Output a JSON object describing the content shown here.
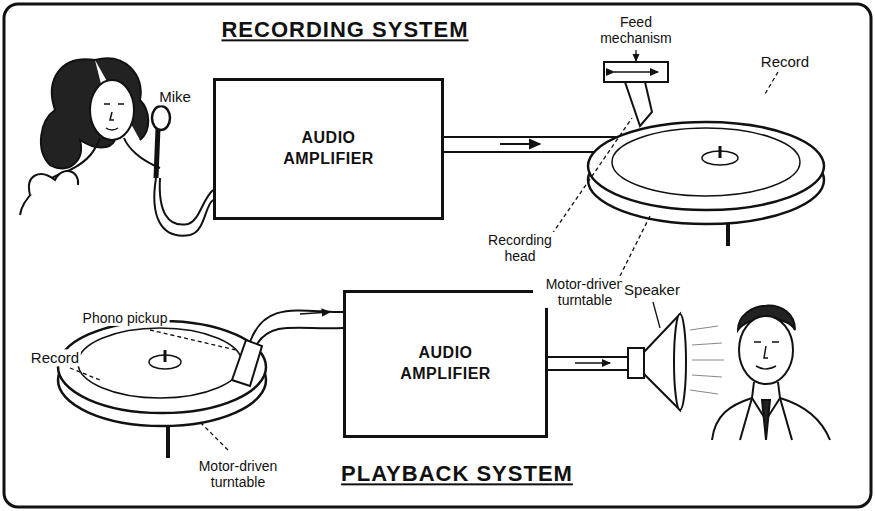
{
  "diagram": {
    "nodes": [
      {
        "text": [
          "AUDIO AMPLIFIER"
        ]
      },
      {
        "text": [
          "AUDIO AMPLIFIER"
        ]
      }
    ],
    "labels": [
      "RECORDING SYSTEM",
      "Mike",
      "Feed mechanism",
      "Record",
      "Recording head",
      "Motor-driven turntable",
      "Phono pickup",
      "Record",
      "Motor-driven turntable",
      "Speaker",
      "PLAYBACK SYSTEM"
    ]
  }
}
